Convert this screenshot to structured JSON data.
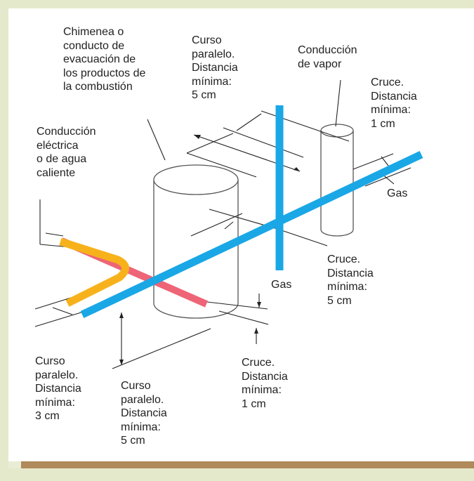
{
  "labels": {
    "chimenea": "Chimenea o\nconducto de\nevacuación de\nlos productos de\nla combustión",
    "curso_paralelo_5_top": "Curso\nparalelo.\nDistancia\nmínima:\n5 cm",
    "conduccion_vapor": "Conducción\nde vapor",
    "cruce_1_top": "Cruce.\nDistancia\nmínima:\n1 cm",
    "conduccion_electrica": "Conducción\neléctrica\no de agua\ncaliente",
    "gas_right": "Gas",
    "gas_vertical": "Gas",
    "cruce_5": "Cruce.\nDistancia\nmínima:\n5 cm",
    "curso_paralelo_3": "Curso\nparalelo.\nDistancia\nmínima:\n3 cm",
    "curso_paralelo_5_bottom": "Curso\nparalelo.\nDistancia\nmínima:\n5 cm",
    "cruce_1_bottom": "Cruce.\nDistancia\nmínima:\n1 cm"
  },
  "colors": {
    "gas_pipe": "#1aa7e6",
    "hot_pipe": "#f7b21b",
    "electric_pipe": "#ee6577",
    "outline": "#222222",
    "bottom_bar": "#b08a5a"
  }
}
